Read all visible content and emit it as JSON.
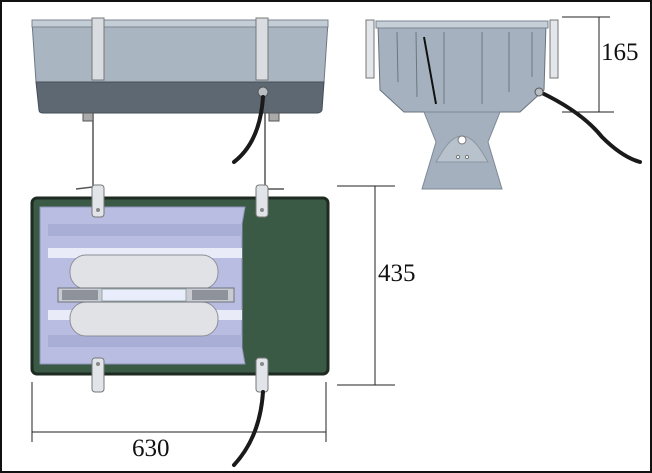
{
  "dimensions": {
    "height_side": "165",
    "depth_top": "435",
    "width_top": "630"
  },
  "colors": {
    "housing_light": "#a9b5c1",
    "housing_dark": "#5d6872",
    "panel_green": "#3b5a45",
    "reflector": "#b9bde2",
    "stand": "#a4b0bd",
    "cable": "#1a1a1a"
  }
}
